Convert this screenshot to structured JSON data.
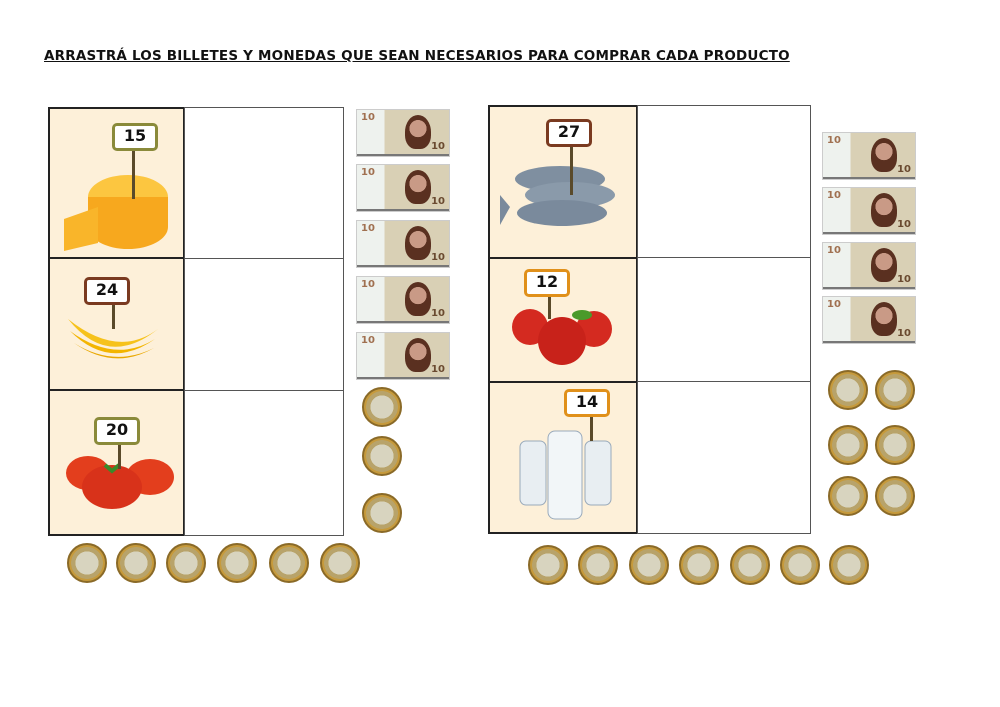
{
  "title": "ARRASTRÁ LOS BILLETES Y MONEDAS QUE SEAN NECESARIOS PARA COMPRAR CADA PRODUCTO",
  "products": [
    {
      "name": "queso",
      "price": "15",
      "tag_color": "#8a8a3a"
    },
    {
      "name": "bananas",
      "price": "24",
      "tag_color": "#7a3a20"
    },
    {
      "name": "tomates",
      "price": "20",
      "tag_color": "#8a8a3a"
    },
    {
      "name": "pescado",
      "price": "27",
      "tag_color": "#7a3a20"
    },
    {
      "name": "manzanas",
      "price": "12",
      "tag_color": "#e0901a"
    },
    {
      "name": "leche",
      "price": "14",
      "tag_color": "#e0901a"
    }
  ],
  "bill_denomination": "10",
  "left_bills": 5,
  "right_bills": 4,
  "left_side_coins": 3,
  "left_bottom_coins": 6,
  "right_side_coins": 6,
  "right_bottom_coins": 7
}
